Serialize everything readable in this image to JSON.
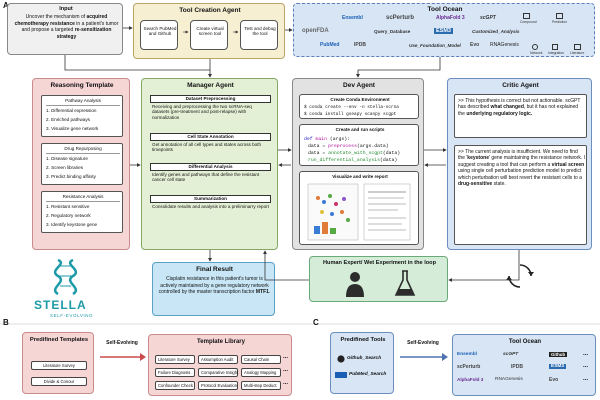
{
  "panel_labels": {
    "a": "A",
    "b": "B",
    "c": "C"
  },
  "input": {
    "title": "Input",
    "text_plain": "Uncover the mechanism of ",
    "text_bold": "acquired chemotherapy resistance",
    "text_plain2": " in a patient's tumor and propose a targeted ",
    "text_bold2": "re-sensitization strategy"
  },
  "tool_creation": {
    "title": "Tool Creation Agent",
    "steps": [
      "Search PubMed and Github",
      "Create virtual screen tool",
      "Test and debug the tool"
    ]
  },
  "tool_ocean": {
    "title": "Tool Ocean",
    "tools": [
      "Ensembl",
      "scPerturb",
      "AlphaFold 3",
      "scGPT",
      "Compound",
      "Prediction",
      "openFDA",
      "Query_Database",
      "ESM3",
      "Customized_Analysis",
      "PubMed",
      "IPDB",
      "Use_Foundation_Model",
      "Evo",
      "RNAGenesis",
      "Network",
      "Integration",
      "Literature"
    ]
  },
  "reasoning": {
    "title": "Reasoning Template",
    "groups": [
      {
        "title": "Pathway Analysis",
        "items": [
          "1. Differential expression",
          "2. Enriched pathways",
          "3. Visualize gene network"
        ]
      },
      {
        "title": "Drug Repurposing",
        "items": [
          "1. Disease signature",
          "2. Screen libraries",
          "3. Predict binding affinity"
        ]
      },
      {
        "title": "Resistance Analysis",
        "items": [
          "1. Resistant sensitive",
          "2. Regulatory network",
          "3. Identify keystone gene"
        ]
      }
    ]
  },
  "manager": {
    "title": "Manager Agent",
    "sections": [
      {
        "title": "Dataset Preprocessing",
        "text": "Receiving and preprocessing the two scRNA-seq datasets (pre-treatment and post-relapse) with normalization"
      },
      {
        "title": "Cell State Annotation",
        "text": "Get annotation of all cell types and states across both timepoints"
      },
      {
        "title": "Differential Analysis",
        "text": "Identify genes and pathways that define the resistant cancer cell state"
      },
      {
        "title": "Summarization",
        "text": "Consolidate results and analysis into a preliminarry report"
      }
    ]
  },
  "dev": {
    "title": "Dev Agent",
    "env_title": "Create Conda Environment",
    "env_lines": [
      "$ conda create --env -n stella-scrna",
      "$ conda install gseapy scanpy scgpt"
    ],
    "scripts_title": "Create and run scripts",
    "code": {
      "l1_kw": "def ",
      "l1_fn": "main",
      "l1_rest": " (args):",
      "l2_pre": "data = ",
      "l2_fn": "preprocess",
      "l2_rest": "(args.data)",
      "l3_pre": "data = ",
      "l3_fn": "annotate_with_scgpt",
      "l3_rest": "(data)",
      "l4_fn": "run_differential_analysis",
      "l4_rest": "(data)"
    },
    "viz_title": "Visualize and write report"
  },
  "critic": {
    "title": "Critic Agent",
    "p1_a": ">> This hypothesis is correct but not actionable. scGPT has described ",
    "p1_b": "what changed",
    "p1_c": ", but it has not explained the ",
    "p1_d": "underlying regulatory logic.",
    "p2_a": ">> The current analysis is insufficient. We need to find the '",
    "p2_b": "keystone",
    "p2_c": "' gene maintaining the resistance network. I suggest creating a tool that can perform a ",
    "p2_d": "virtual screen",
    "p2_e": " using single cell perturbation prediction model to predict which perturbation will best revert the resistant cells to a ",
    "p2_f": "drug-sensitive",
    "p2_g": " state."
  },
  "final": {
    "title": "Final Result",
    "text_a": "Cisplatin resistance in this patient's tumor is actively maintained by a gene regulatory network controlled by the master transcription factor ",
    "text_b": "MTF1",
    "text_c": "."
  },
  "human": {
    "title": "Human Expert/ Wet Experiment in the loop"
  },
  "stella": {
    "name": "STELLA",
    "tagline": "SELF-EVOLVING"
  },
  "panel_b": {
    "predefined_title": "Predifined Templates",
    "predefined_items": [
      "Literature Survey",
      "Divide & Conour"
    ],
    "arrow_label": "Self-Evolving",
    "library_title": "Template Library",
    "library_items": [
      "Literature Survey",
      "Assumption Audit",
      "Causal Chain",
      "Failure Diagnosis",
      "Comparative Insight",
      "Analogy Mapping",
      "Confounder Check",
      "Protocol Evaluation",
      "Multi-step Deduct"
    ],
    "more": "..."
  },
  "panel_c": {
    "predefined_title": "Predifined Tools",
    "tools": [
      "Github_Search",
      "PubMed_Search"
    ],
    "arrow_label": "Self-Evolving",
    "ocean_title": "Tool Ocean",
    "ocean_tools": [
      "Ensembl",
      "scGPT",
      "Github",
      "scPerturb",
      "IPDB",
      "ESM3",
      "AlphaFold 3",
      "RNAGenesis",
      "Evo"
    ],
    "more": "..."
  },
  "colors": {
    "input_bg": "#f0f0f0",
    "tool_creation_bg": "#f7efd2",
    "tool_ocean_bg": "#d7e5f5",
    "reasoning_bg": "#f6d5d5",
    "manager_bg": "#e3f0d5",
    "dev_bg": "#e2e2e2",
    "critic_bg": "#d7e5f5",
    "final_bg": "#c8e6f5",
    "human_bg": "#d5ecd9",
    "accent_blue": "#1a1acc",
    "accent_red": "#c81010",
    "stella_teal": "#1d9aa8"
  }
}
